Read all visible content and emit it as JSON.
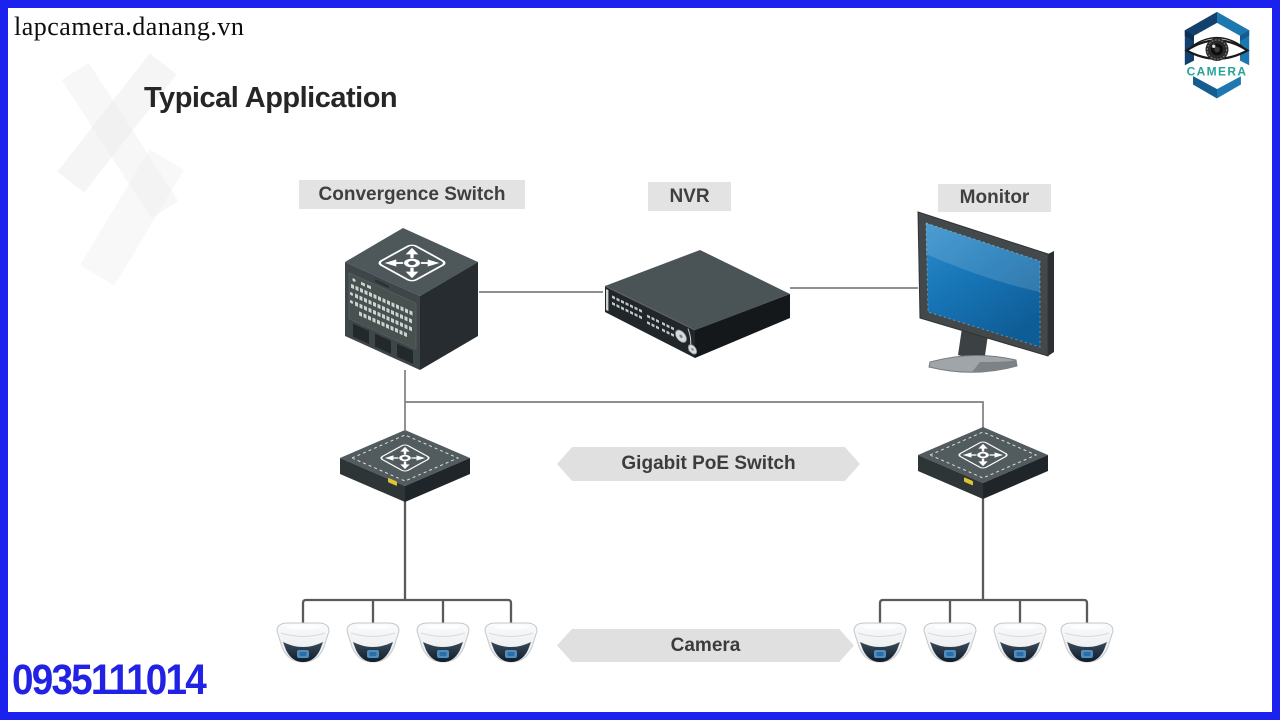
{
  "page": {
    "site": "lapcamera.danang.vn",
    "title": "Typical Application",
    "phone": "0935111014",
    "colors": {
      "border": "#1c22ee",
      "phone_text": "#2122e4",
      "background": "#ffffff"
    }
  },
  "logo": {
    "text": "CAMERA",
    "colors": {
      "navy": "#14406e",
      "blue": "#1d77b0",
      "teal": "#27a39a"
    }
  },
  "diagram": {
    "labels": {
      "convergence_switch": "Convergence Switch",
      "nvr": "NVR",
      "monitor": "Monitor",
      "poe_switch": "Gigabit PoE Switch",
      "camera": "Camera"
    },
    "camera_counts": {
      "left_group": 4,
      "right_group": 4
    },
    "colors": {
      "label_bg": "#e3e3e3",
      "label_text": "#3f3f3f",
      "line": "#7f7f7f",
      "bus_line": "#5a5a5a",
      "screen": "#1877b8",
      "device_top": "#4e575a",
      "device_front": "#3f464a",
      "device_side": "#262c2f",
      "led_yellow": "#e0c52f"
    }
  }
}
